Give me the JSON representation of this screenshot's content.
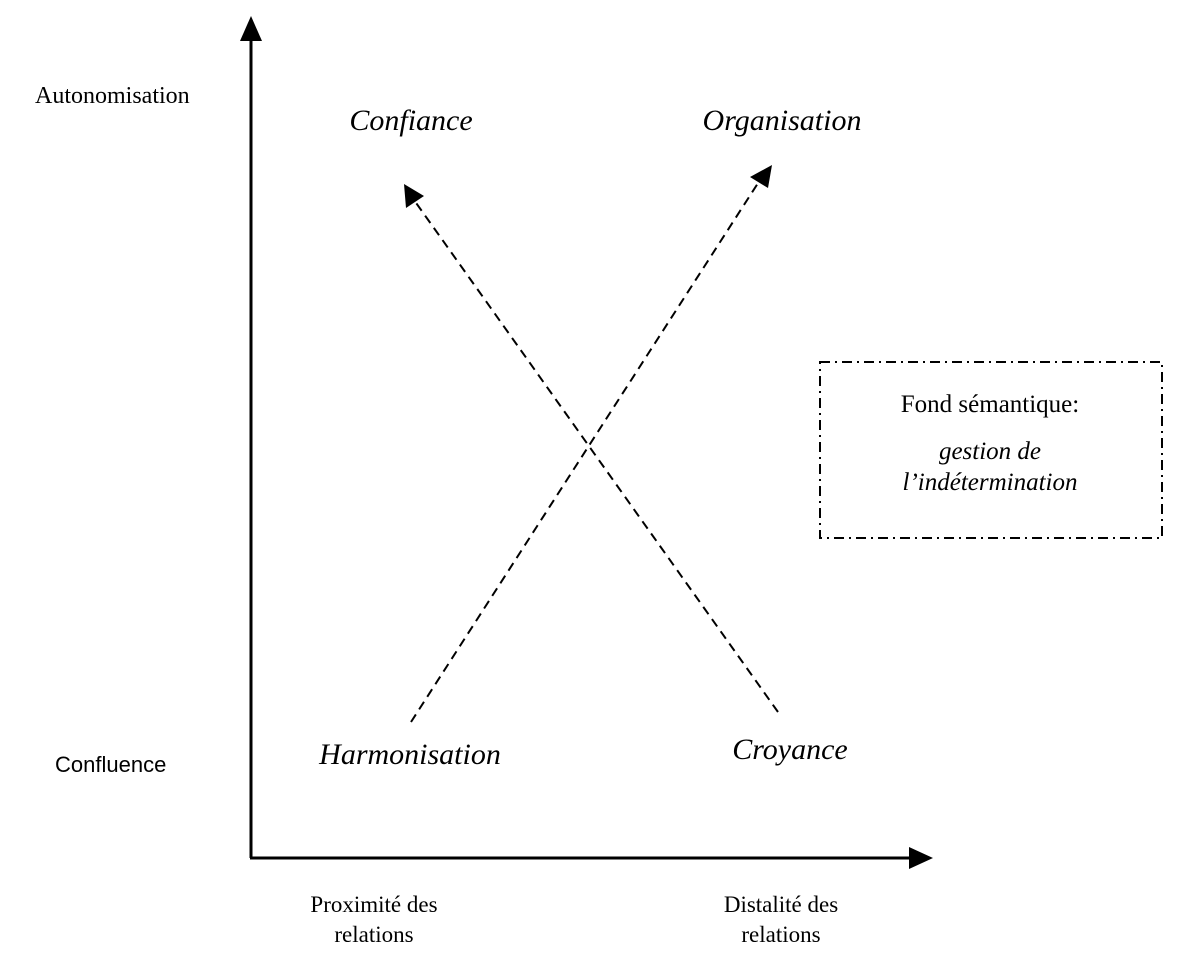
{
  "axes": {
    "y_top_label": "Autonomisation",
    "y_bottom_label": "Confluence",
    "x_left_label": [
      "Proximité des",
      "relations"
    ],
    "x_right_label": [
      "Distalité des",
      "relations"
    ]
  },
  "quadrants": {
    "top_left": "Confiance",
    "top_right": "Organisation",
    "bottom_left": "Harmonisation",
    "bottom_right": "Croyance"
  },
  "note_box": {
    "title": "Fond sémantique:",
    "lines": [
      "gestion de",
      "l’indétermination"
    ]
  }
}
